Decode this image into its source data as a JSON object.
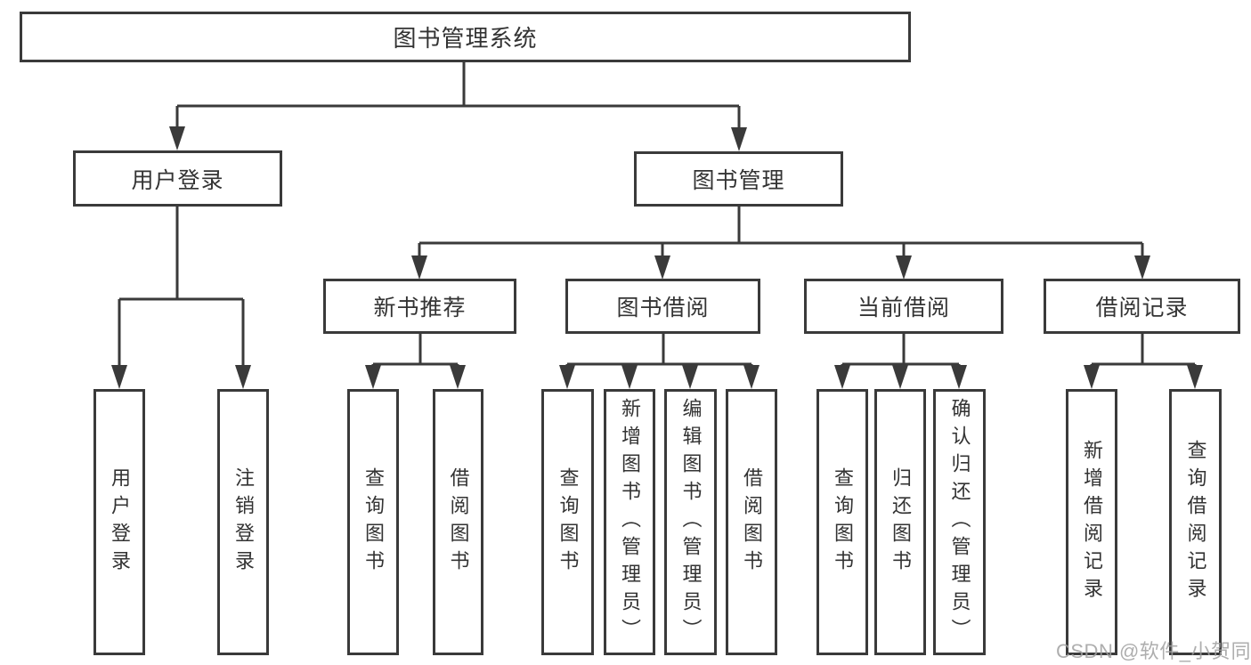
{
  "nodes": {
    "root": "图书管理系统",
    "user_login": "用户登录",
    "book_mgmt": "图书管理",
    "new_book_rec": "新书推荐",
    "book_borrow": "图书借阅",
    "current_borrow": "当前借阅",
    "borrow_record": "借阅记录",
    "leaf_user_login": "用户登录",
    "leaf_logout": "注销登录",
    "leaf_nb_query": "查询图书",
    "leaf_nb_borrow": "借阅图书",
    "leaf_bb_query": "查询图书",
    "leaf_bb_add": "新增图书（管理员）",
    "leaf_bb_edit": "编辑图书（管理员）",
    "leaf_bb_borrow": "借阅图书",
    "leaf_cb_query": "查询图书",
    "leaf_cb_return": "归还图书",
    "leaf_cb_confirm": "确认归还（管理员）",
    "leaf_br_add": "新增借阅记录",
    "leaf_br_query": "查询借阅记录"
  },
  "structure": {
    "root": "图书管理系统",
    "children": [
      {
        "label": "用户登录",
        "children": [
          "用户登录",
          "注销登录"
        ]
      },
      {
        "label": "图书管理",
        "children": [
          {
            "label": "新书推荐",
            "children": [
              "查询图书",
              "借阅图书"
            ]
          },
          {
            "label": "图书借阅",
            "children": [
              "查询图书",
              "新增图书（管理员）",
              "编辑图书（管理员）",
              "借阅图书"
            ]
          },
          {
            "label": "当前借阅",
            "children": [
              "查询图书",
              "归还图书",
              "确认归还（管理员）"
            ]
          },
          {
            "label": "借阅记录",
            "children": [
              "新增借阅记录",
              "查询借阅记录"
            ]
          }
        ]
      }
    ]
  },
  "watermark": "CSDN @软件_小贺同学",
  "colors": {
    "line": "#3a3a3a",
    "text": "#333333",
    "background": "#ffffff",
    "watermark": "#a0a0a0"
  }
}
